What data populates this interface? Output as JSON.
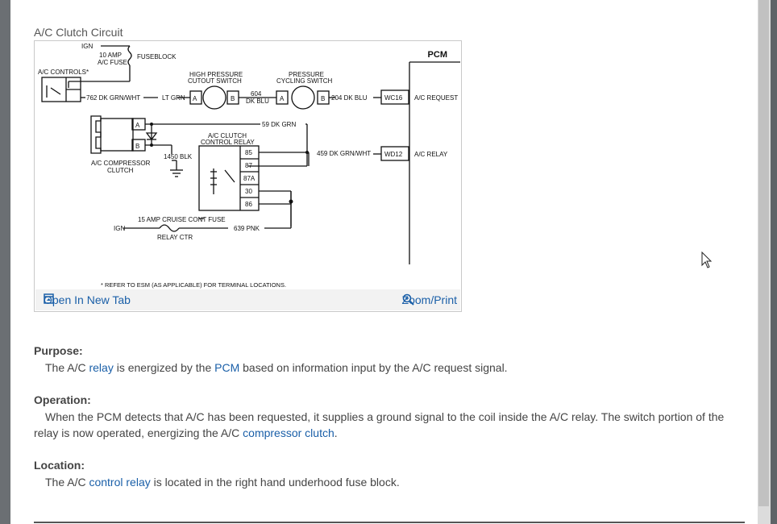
{
  "figure": {
    "title": "A/C Clutch Circuit",
    "open_new_tab": "Open In New Tab",
    "zoom_print": "Zoom/Print",
    "diagram": {
      "pcm": "PCM",
      "ign_top": "IGN",
      "fuse_10a_1": "10 AMP",
      "fuse_10a_2": "A/C FUSE",
      "fuseblock": "FUSEBLOCK",
      "ac_controls": "A/C CONTROLS*",
      "hp_switch_1": "HIGH PRESSURE",
      "hp_switch_2": "CUTOUT SWITCH",
      "pc_switch_1": "PRESSURE",
      "pc_switch_2": "CYCLING SWITCH",
      "wire_762": "762 DK GRN/WHT",
      "wire_lt_grn": "LT GRN",
      "wire_604_1": "604",
      "wire_604_2": "DK BLU",
      "wire_204": "204 DK BLU",
      "pin_wc16": "WC16",
      "ac_request": "A/C REQUEST",
      "wire_59": "59 DK GRN",
      "relay_1": "A/C CLUTCH",
      "relay_2": "CONTROL RELAY",
      "wire_459": "459 DK GRN/WHT",
      "pin_wd12": "WD12",
      "ac_relay": "A/C RELAY",
      "wire_1450": "1450 BLK",
      "compressor_1": "A/C COMPRESSOR",
      "compressor_2": "CLUTCH",
      "term_a": "A",
      "term_b": "B",
      "t85": "85",
      "t87": "87",
      "t87a": "87A",
      "t30": "30",
      "t86": "86",
      "cruise_fuse": "15 AMP CRUISE CONT FUSE",
      "ign_bottom": "IGN",
      "relay_ctr": "RELAY CTR",
      "wire_639": "639 PNK",
      "footnote": "*  REFER TO ESM (AS APPLICABLE) FOR TERMINAL LOCATIONS."
    }
  },
  "purpose": {
    "heading": "Purpose:",
    "t1": "The A/C ",
    "l1": "relay",
    "t2": " is energized by the ",
    "l2": "PCM",
    "t3": " based on information input by the A/C request signal."
  },
  "operation": {
    "heading": "Operation:",
    "t1": "When the PCM detects that A/C has been requested, it supplies a ground signal to the coil inside the A/C relay. The switch portion of the relay is now operated, energizing the A/C ",
    "l1": "compressor clutch",
    "t2": "."
  },
  "location": {
    "heading": "Location:",
    "t1": "The A/C ",
    "l1": "control relay",
    "t2": " is located in the right hand underhood fuse block."
  },
  "colors": {
    "link": "#1a5fa8",
    "text": "#444444"
  }
}
